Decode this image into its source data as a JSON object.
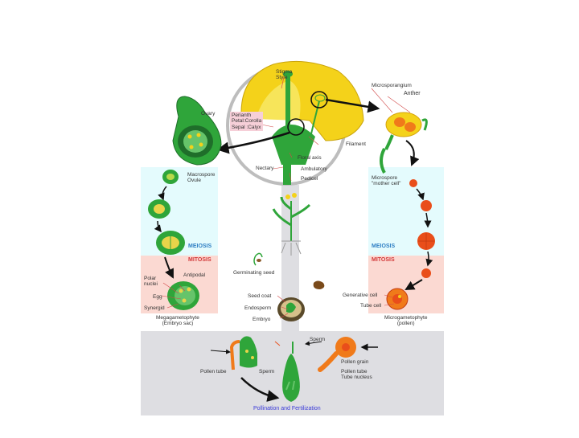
{
  "labels": {
    "stigma_style": "Stigma\nStyle",
    "microsporangium": "Microsporangium",
    "anther": "Anther",
    "ovary": "Ovary",
    "perianth": "Perianth\nPetal:Corolla\nSepal :Calyx",
    "filament": "Filament",
    "floral_axis": "Floral axis",
    "nectary": "Nectary",
    "antipodal_top": "Ambulatory",
    "pedicel": "Pedicel",
    "megaspore_ovule": "Macrospore\nOvule",
    "microspore_mother": "Microspore\n\"mother cell\"",
    "germinating_seed": "Germinating seed",
    "polar_nuclei": "Polar\nnuclei",
    "antipodal": "Antipodal",
    "egg": "Egg",
    "synergid": "Synergid",
    "megagametophyte": "Megagametophyte\n(Embryo sac)",
    "seed_coat": "Seed coat",
    "endosperm": "Endosperm",
    "embryo": "Embryo",
    "generative_cell": "Generative cell",
    "tube_cell": "Tube cell",
    "microgametophyte": "Microgametophyte\n(pollen)",
    "sperm_right": "Sperm",
    "pollen_grain": "Pollen grain",
    "pollen_tube_right": "Pollen tube\nTube nucleus",
    "pollen_tube_left": "Pollen tube",
    "sperm_left": "Sperm",
    "meiosis_left": "MEIOSIS",
    "mitosis_left": "MITOSIS",
    "meiosis_right": "MEIOSIS",
    "mitosis_right": "MITOSIS",
    "bottom_title": "Pollination and Fertilization"
  },
  "colors": {
    "cyan_panel": "#e4fbfd",
    "pink_panel": "#fbd9d2",
    "gray_panel": "#dedee2",
    "green": "#2fa53a",
    "dark_green": "#1f6e2a",
    "yellow": "#f4d21a",
    "orange": "#f07a1a",
    "red_orange": "#e94e1a",
    "meiosis_blue": "#2f7fc4",
    "mitosis_red": "#d23838"
  }
}
